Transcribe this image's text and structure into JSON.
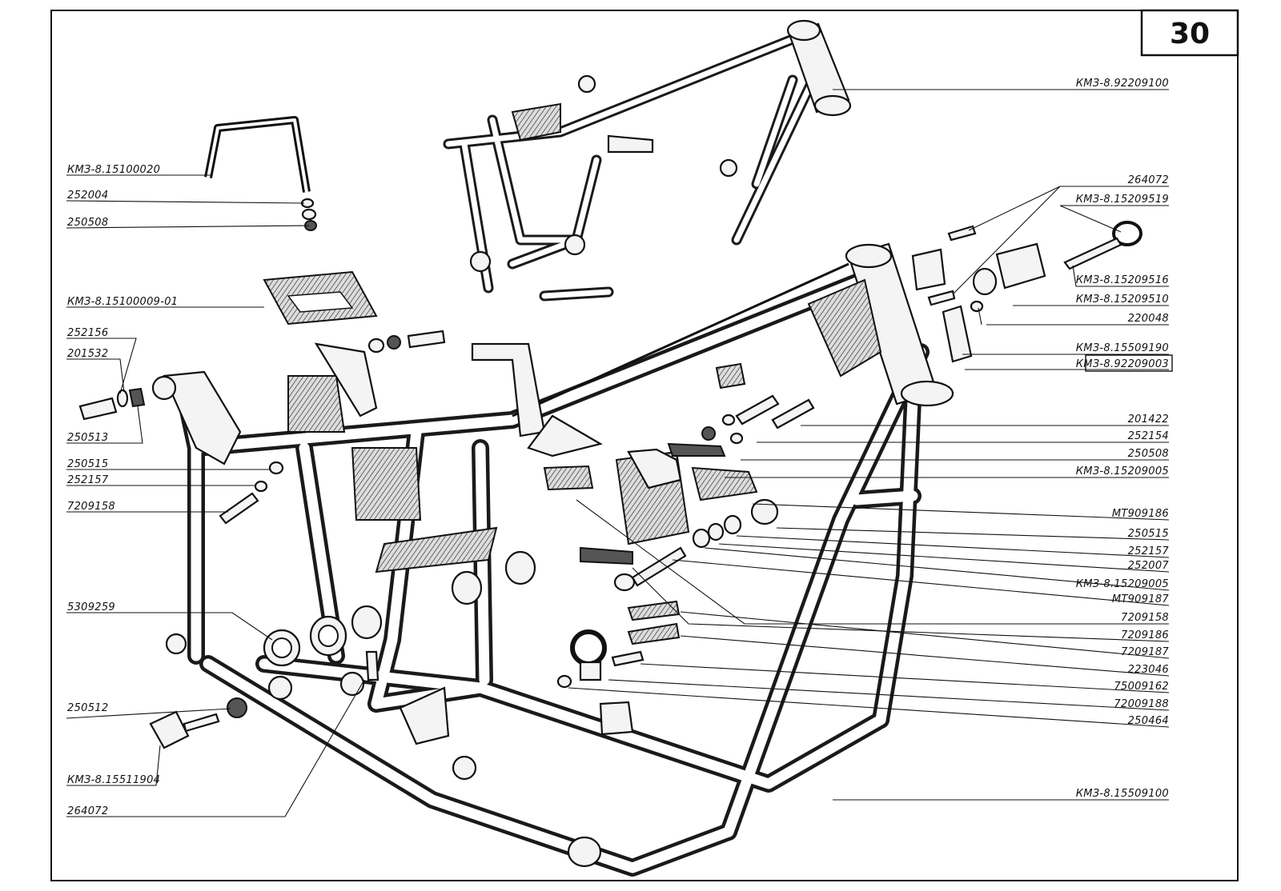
{
  "page_number": "30",
  "labels_left": [
    "КМЗ-8.15100020",
    "252004",
    "250508",
    "КМЗ-8.15100009-01",
    "252156",
    "201532",
    "250513",
    "250515",
    "252157",
    "7209158",
    "5309259",
    "250512",
    "КМЗ-8.15511904",
    "264072"
  ],
  "labels_right": [
    "КМЗ-8.92209100",
    "264072",
    "КМЗ-8.15209519",
    "КМЗ-8.15209516",
    "КМЗ-8.15209510",
    "220048",
    "КМЗ-8.15509190",
    "КМЗ-8.92209003",
    "201422",
    "252154",
    "250508",
    "КМЗ-8.15209005",
    "МТ909186",
    "250515",
    "252157",
    "252007",
    "КМЗ-8.15209005",
    "МТ909187",
    "7209158",
    "7209186",
    "7209187",
    "223046",
    "75009162",
    "72009188",
    "250464",
    "КМЗ-8.15509100"
  ]
}
